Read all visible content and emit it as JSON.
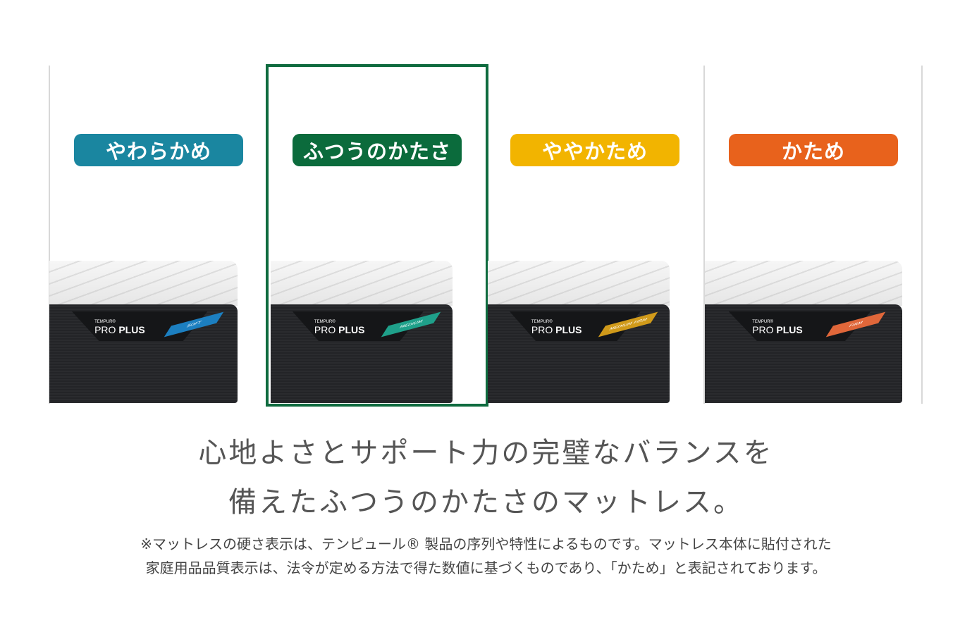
{
  "levels": [
    {
      "label": "やわらかめ",
      "color": "#1a86a0",
      "tag": "SOFT",
      "tag_color": "#1c7fc0"
    },
    {
      "label": "ふつうのかたさ",
      "color": "#0b6b3c",
      "tag": "MEDIUM",
      "tag_color": "#1fa08a"
    },
    {
      "label": "ややかため",
      "color": "#f2b400",
      "tag": "MEDIUM FIRM",
      "tag_color": "#d09a1a"
    },
    {
      "label": "かため",
      "color": "#e8621c",
      "tag": "FIRM",
      "tag_color": "#e0673a"
    }
  ],
  "brand": {
    "small": "TEMPUR®",
    "name_light": "PRO ",
    "name_bold": "PLUS"
  },
  "headline": [
    "心地よさとサポート力の完璧なバランスを",
    "備えたふつうのかたさのマットレス。"
  ],
  "footnote": [
    "※マットレスの硬さ表示は、テンピュール® 製品の序列や特性によるものです。マットレス本体に貼付された",
    "家庭用品品質表示は、法令が定める方法で得た数値に基づくものであり、「かため」と表記されております。"
  ]
}
